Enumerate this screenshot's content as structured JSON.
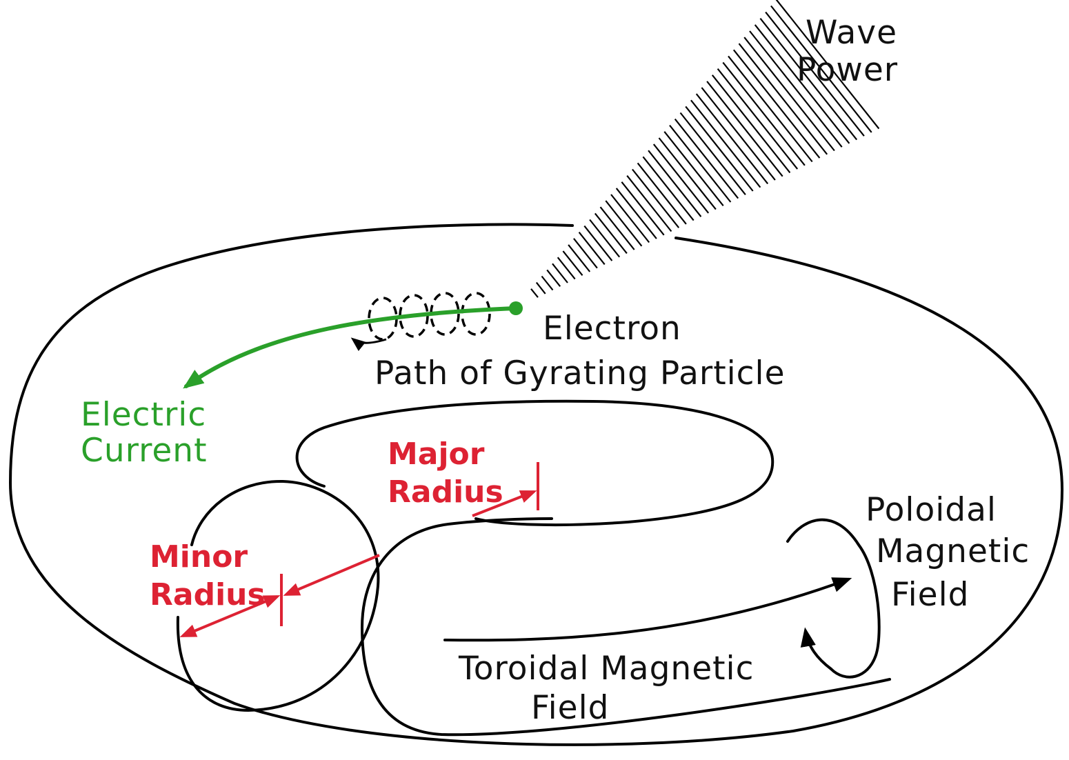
{
  "colors": {
    "outline": "#000000",
    "current": "#2aa02a",
    "radius": "#dd2233",
    "text": "#111111"
  },
  "labels": {
    "wave_power": [
      "Wave",
      "Power"
    ],
    "electron": "Electron",
    "gyrating_path": "Path of Gyrating Particle",
    "electric_current": [
      "Electric",
      "Current"
    ],
    "major_radius": [
      "Major",
      "Radius"
    ],
    "minor_radius": [
      "Minor",
      "Radius"
    ],
    "poloidal_field": [
      "Poloidal",
      "Magnetic",
      "Field"
    ],
    "toroidal_field": [
      "Toroidal Magnetic",
      "Field"
    ]
  }
}
